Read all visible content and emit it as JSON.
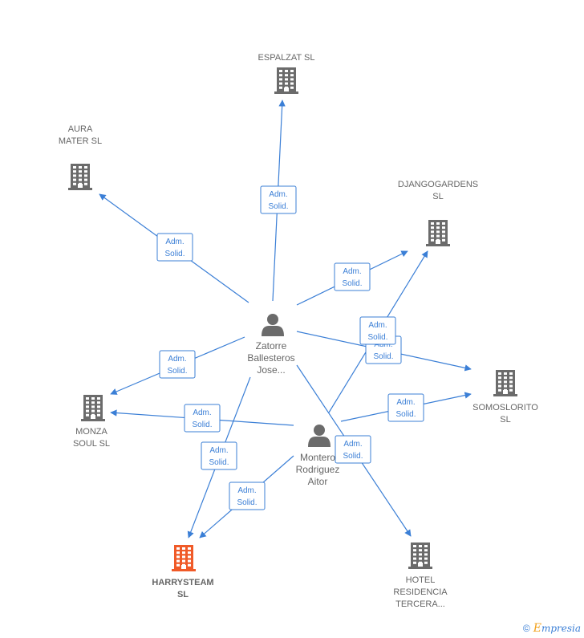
{
  "companies": [
    {
      "id": "espalzat",
      "lines": [
        "ESPALZAT  SL"
      ],
      "highlight": false
    },
    {
      "id": "aura",
      "lines": [
        "AURA",
        "MATER  SL"
      ],
      "highlight": false
    },
    {
      "id": "djangogardens",
      "lines": [
        "DJANGOGARDENS",
        "SL"
      ],
      "highlight": false
    },
    {
      "id": "somoslorito",
      "lines": [
        "SOMOSLORITO",
        "SL"
      ],
      "highlight": false
    },
    {
      "id": "monza",
      "lines": [
        "MONZA",
        "SOUL SL"
      ],
      "highlight": false
    },
    {
      "id": "harrysteam",
      "lines": [
        "HARRYSTEAM",
        "SL"
      ],
      "highlight": true
    },
    {
      "id": "hotel",
      "lines": [
        "HOTEL",
        "RESIDENCIA",
        "TERCERA..."
      ],
      "highlight": false
    }
  ],
  "people": [
    {
      "id": "zatorre",
      "lines": [
        "Zatorre",
        "Ballesteros",
        "Jose..."
      ]
    },
    {
      "id": "montero",
      "lines": [
        "Montero",
        "Rodriguez",
        "Aitor"
      ]
    }
  ],
  "edges": [
    {
      "from": "zatorre",
      "to": "espalzat",
      "label": [
        "Adm.",
        "Solid."
      ]
    },
    {
      "from": "zatorre",
      "to": "aura",
      "label": [
        "Adm.",
        "Solid."
      ]
    },
    {
      "from": "zatorre",
      "to": "djangogardens",
      "label": [
        "Adm.",
        "Solid."
      ]
    },
    {
      "from": "zatorre",
      "to": "somoslorito",
      "label": [
        "Adm.",
        "Solid."
      ]
    },
    {
      "from": "zatorre",
      "to": "monza",
      "label": [
        "Adm.",
        "Solid."
      ]
    },
    {
      "from": "zatorre",
      "to": "harrysteam",
      "label": [
        "Adm.",
        "Solid."
      ]
    },
    {
      "from": "zatorre",
      "to": "hotel",
      "label": [
        "Adm.",
        "Solid."
      ]
    },
    {
      "from": "montero",
      "to": "djangogardens",
      "label": [
        "Adm.",
        "Solid."
      ]
    },
    {
      "from": "montero",
      "to": "somoslorito",
      "label": [
        "Adm.",
        "Solid."
      ]
    },
    {
      "from": "montero",
      "to": "monza",
      "label": [
        "Adm.",
        "Solid."
      ]
    },
    {
      "from": "montero",
      "to": "harrysteam",
      "label": [
        "Adm.",
        "Solid."
      ]
    }
  ],
  "colors": {
    "edge": "#3b7fd6",
    "building": "#6b6b6b",
    "building_highlight": "#f05a28",
    "person": "#6b6b6b"
  },
  "footer": {
    "copyright": "©",
    "brand_initial": "E",
    "brand_rest": "mpresia"
  }
}
